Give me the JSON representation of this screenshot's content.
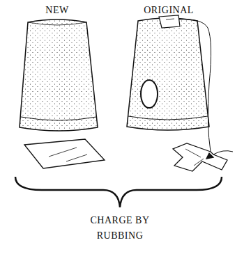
{
  "diagram": {
    "labels": [
      "NEW",
      "ORIGINAL",
      "CHARGE BY RUBBING"
    ]
  }
}
